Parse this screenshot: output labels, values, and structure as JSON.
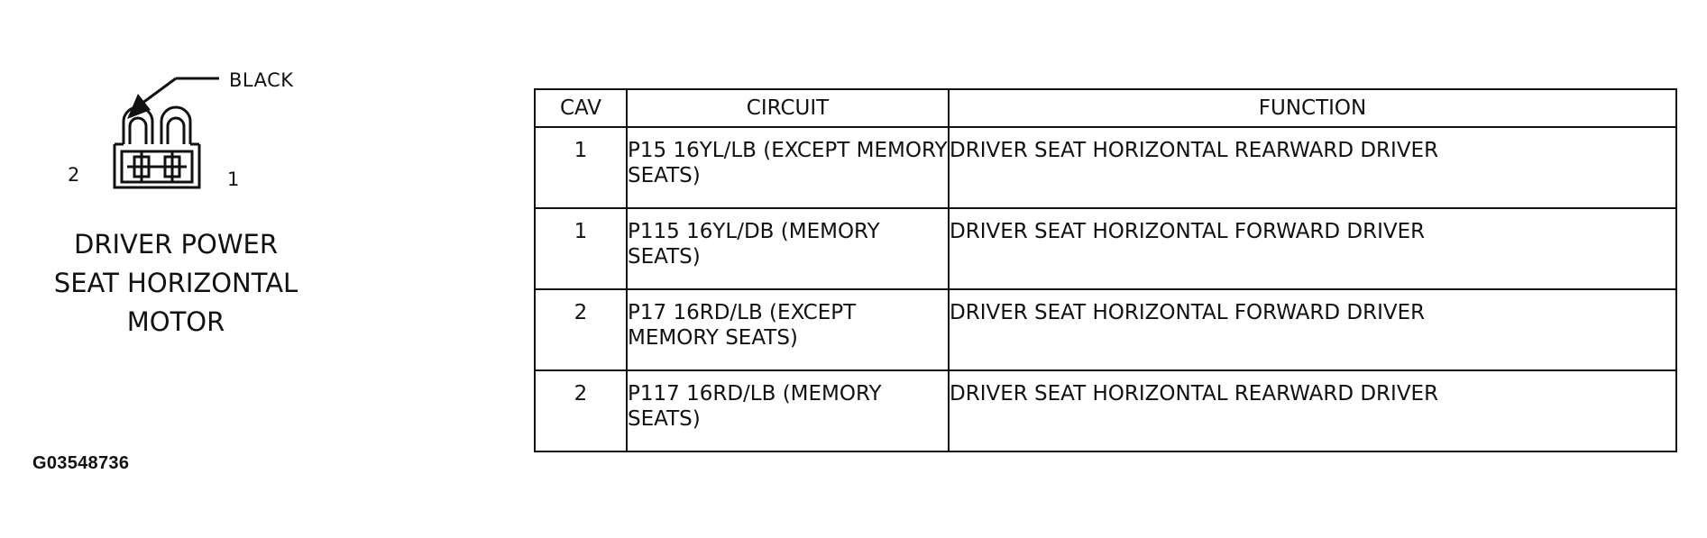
{
  "connector": {
    "color_label": "BLACK",
    "pin_left": "2",
    "pin_right": "1",
    "name_lines": [
      "DRIVER POWER",
      "SEAT HORIZONTAL",
      "MOTOR"
    ]
  },
  "table": {
    "headers": [
      "CAV",
      "CIRCUIT",
      "FUNCTION"
    ],
    "rows": [
      {
        "cav": "1",
        "circuit": "P15 16YL/LB (EXCEPT MEMORY SEATS)",
        "function": "DRIVER SEAT HORIZONTAL REARWARD DRIVER"
      },
      {
        "cav": "1",
        "circuit": "P115 16YL/DB (MEMORY SEATS)",
        "function": "DRIVER SEAT HORIZONTAL FORWARD DRIVER"
      },
      {
        "cav": "2",
        "circuit": "P17 16RD/LB (EXCEPT MEMORY SEATS)",
        "function": "DRIVER SEAT HORIZONTAL FORWARD DRIVER"
      },
      {
        "cav": "2",
        "circuit": "P117 16RD/LB (MEMORY SEATS)",
        "function": "DRIVER SEAT HORIZONTAL REARWARD DRIVER"
      }
    ]
  },
  "figure_id": "G03548736",
  "icons": {
    "connector": "two-pin-connector-icon",
    "arrow": "pointer-arrow-icon"
  }
}
